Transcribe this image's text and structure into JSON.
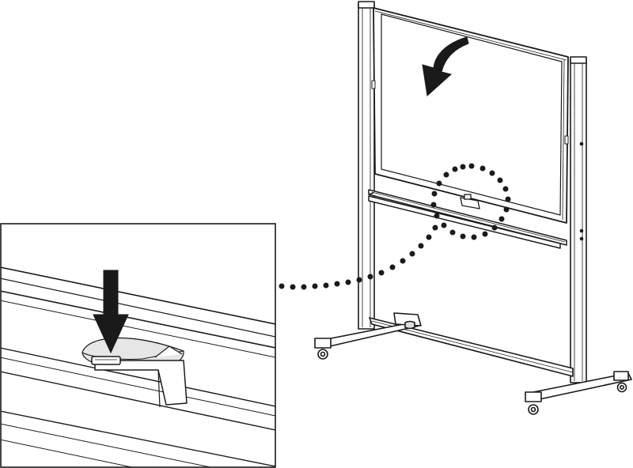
{
  "diagram": {
    "main_view": "mobile-whiteboard-on-stand",
    "inset_view": "board-lock-latch-closeup",
    "arrows": [
      "tilt-board-arrow",
      "press-latch-arrow"
    ],
    "callout": "dotted-magnifier-connector"
  },
  "colors": {
    "line": "#1a1a1a",
    "fill": "#ffffff",
    "accent_light": "#e8e8e8",
    "shadow": "#bdbdbd"
  }
}
